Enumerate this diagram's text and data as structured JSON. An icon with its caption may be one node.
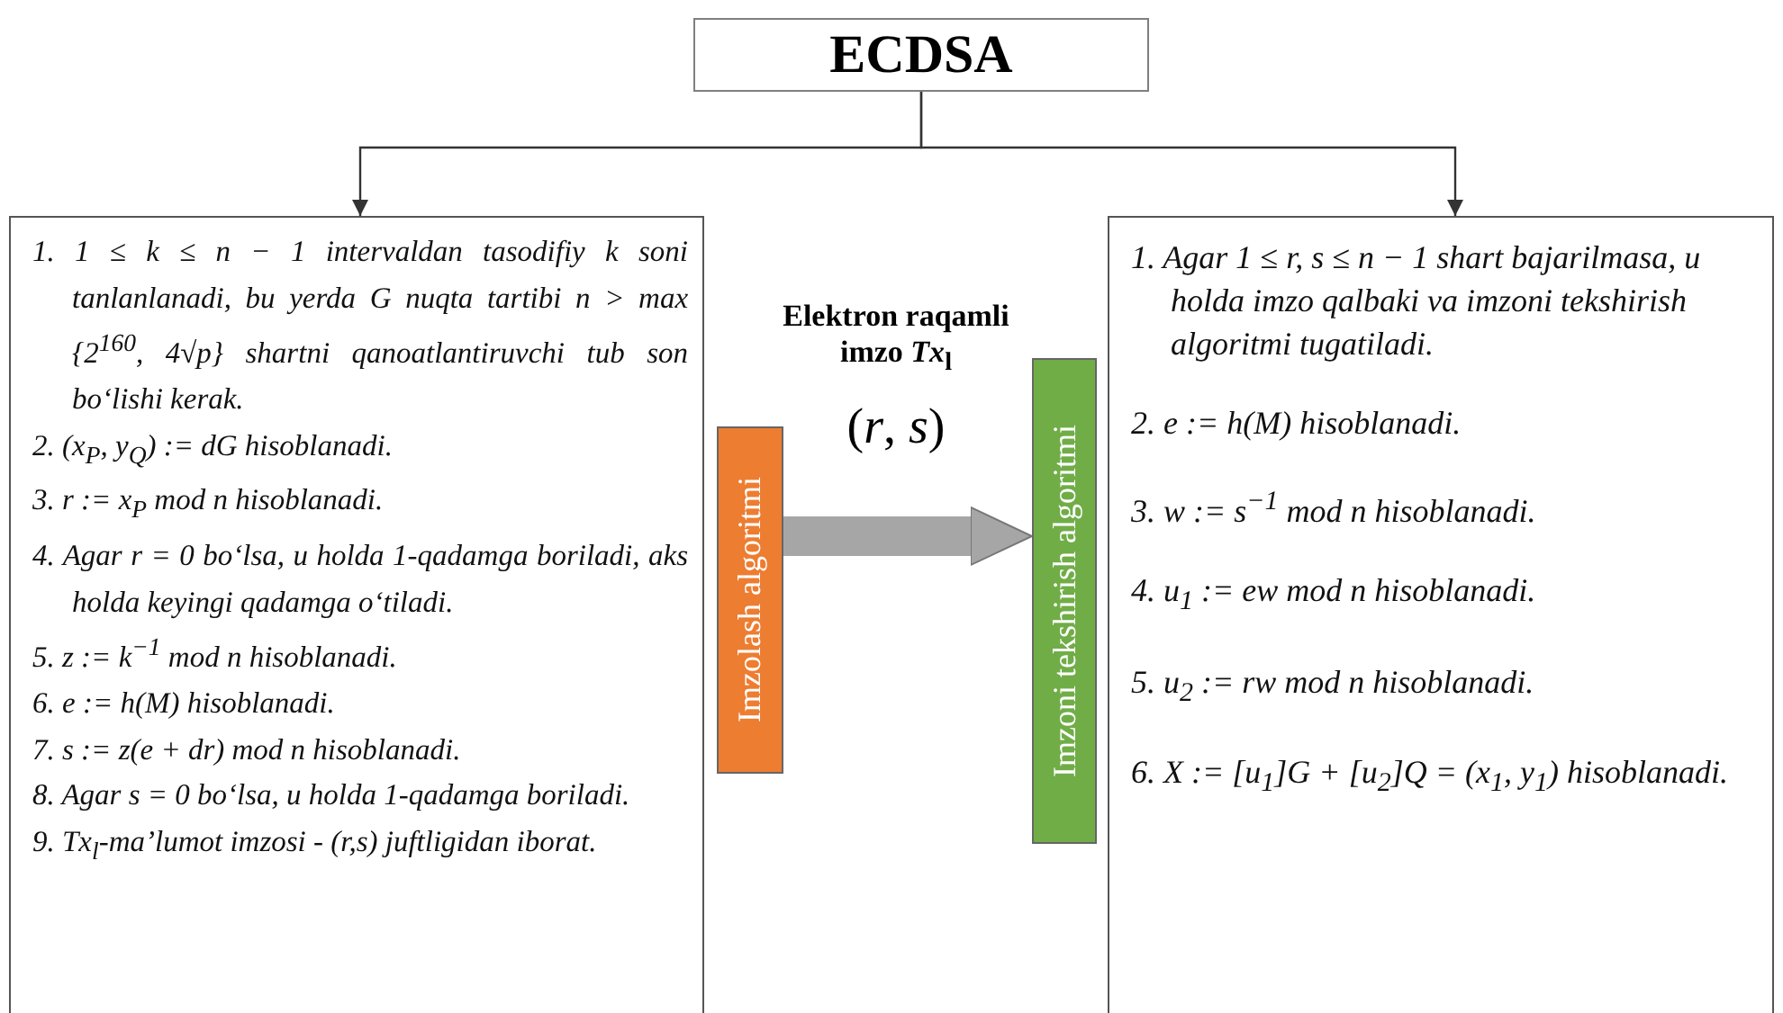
{
  "diagram": {
    "nodes": [
      {
        "text": [
          "ECDSA"
        ]
      },
      {
        "text": [
          "1. 1 ≤ *k* ≤ *n* − 1 intervaldan tasodifiy *k* soni tanlanlanadi, bu yerda *G* nuqta tartibi *n* > max {2$^{160}$, 4√*p*} shartni qanoatlantiruvchi tub son bo‘lishi kerak.",
          "2. (*x*$_{P}$, *y*$_{Q}$) := *dG* hisoblanadi.",
          "3. *r* := *x*$_{P}$ mod *n* hisoblanadi.",
          "4. Agar *r* = 0 bo‘lsa, u holda 1-qadamga boriladi, aks holda keyingi qadamga o‘tiladi.",
          "5. *z* := *k*$^{−1}$ mod *n* hisoblanadi.",
          "6. *e* := *h*(*M*) hisoblanadi.",
          "7. *s* := *z*(*e* + *dr*) mod *n* hisoblanadi.",
          "8. Agar *s* = 0 bo‘lsa, u holda 1-qadamga boriladi.",
          "9. *Tx*$_{l}$-ma’lumot imzosi - (*r*,*s*) juftligidan iborat."
        ]
      },
      {
        "text": [
          "1. Agar 1 ≤ *r*, *s* ≤ *n* − 1 shart bajarilmasa, u holda imzo qalbaki va imzoni tekshirish algoritmi tugatiladi.",
          "2. *e* := *h*(*M*) hisoblanadi.",
          "3. *w* := *s*$^{−1}$ mod *n* hisoblanadi.",
          "4. *u*$_{1}$ := *ew* mod *n* hisoblanadi.",
          "5. *u*$_{2}$ := *rw* mod *n* hisoblanadi.",
          "6. *X* := [*u*$_{1}$]*G* + [*u*$_{2}$]*Q* = (*x*$_{1}$, *y*$_{1}$) hisoblanadi."
        ]
      },
      {
        "text": [
          "Imzolash algoritmi"
        ]
      },
      {
        "text": [
          "Imzoni tekshirish algoritmi"
        ]
      }
    ],
    "edges": [
      {
        "from": 0,
        "to": 1,
        "arrow": "to"
      },
      {
        "from": 0,
        "to": 2,
        "arrow": "to"
      },
      {
        "from": 3,
        "to": 4,
        "arrow": "to",
        "style": "thick",
        "color": "#a6a6a6"
      }
    ],
    "labels": [
      "Elektron raqamli imzo *Tx*$_{l}$",
      "(*r*, *s*)"
    ]
  }
}
